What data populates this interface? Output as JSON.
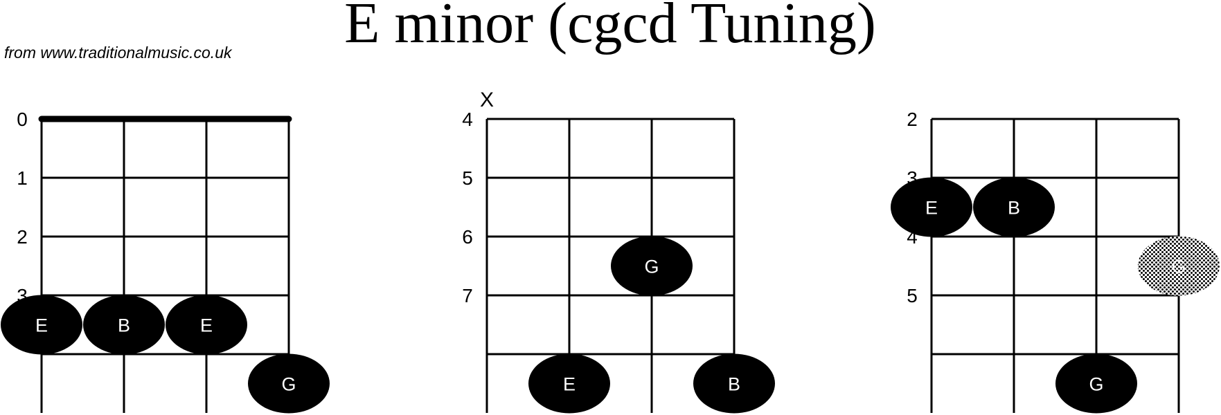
{
  "title": "E minor (cgcd Tuning)",
  "source": "from www.traditionalmusic.co.uk",
  "colors": {
    "ink": "#000000",
    "dot_text": "#ffffff",
    "background": "#ffffff"
  },
  "diagrams": [
    {
      "fret_labels": [
        "0",
        "1",
        "2",
        "3"
      ],
      "has_nut": true,
      "string_markers": [],
      "dots": [
        {
          "string": 1,
          "fret": 3.5,
          "note": "E",
          "style": "solid"
        },
        {
          "string": 2,
          "fret": 3.5,
          "note": "B",
          "style": "solid"
        },
        {
          "string": 3,
          "fret": 3.5,
          "note": "E",
          "style": "solid"
        },
        {
          "string": 4,
          "fret": 4.5,
          "note": "G",
          "style": "solid"
        }
      ]
    },
    {
      "fret_labels": [
        "4",
        "5",
        "6",
        "7"
      ],
      "has_nut": false,
      "string_markers": [
        {
          "string": 1,
          "symbol": "X"
        }
      ],
      "dots": [
        {
          "string": 3,
          "fret": 2.5,
          "note": "G",
          "style": "solid"
        },
        {
          "string": 2,
          "fret": 4.5,
          "note": "E",
          "style": "solid"
        },
        {
          "string": 4,
          "fret": 4.5,
          "note": "B",
          "style": "solid"
        }
      ]
    },
    {
      "fret_labels": [
        "2",
        "3",
        "4",
        "5"
      ],
      "has_nut": false,
      "string_markers": [],
      "dots": [
        {
          "string": 1,
          "fret": 1.5,
          "note": "E",
          "style": "solid"
        },
        {
          "string": 2,
          "fret": 1.5,
          "note": "B",
          "style": "solid"
        },
        {
          "string": 4,
          "fret": 2.5,
          "note": "G",
          "style": "dotted"
        },
        {
          "string": 3,
          "fret": 4.5,
          "note": "G",
          "style": "solid"
        }
      ]
    }
  ]
}
